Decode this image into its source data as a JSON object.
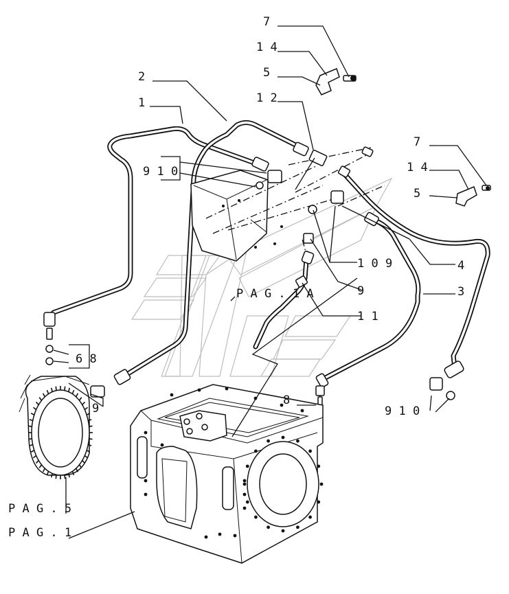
{
  "labels": {
    "l1": "1",
    "l2": "2",
    "l3": "3",
    "l4": "4",
    "l5a": "5",
    "l5b": "5",
    "l7a": "7",
    "l7b": "7",
    "l8": "8",
    "l9a": "9",
    "l9b": "9",
    "l11": "1 1",
    "l12": "1 2",
    "l14a": "1 4",
    "l14b": "1 4",
    "l68": "6 8",
    "l109": "1 0 9",
    "l910a": "9 1 0",
    "l910b": "9 1 0",
    "pag1a": "P A G . 1 A",
    "pag5": "P A G . 5",
    "pag1": "P A G . 1"
  }
}
